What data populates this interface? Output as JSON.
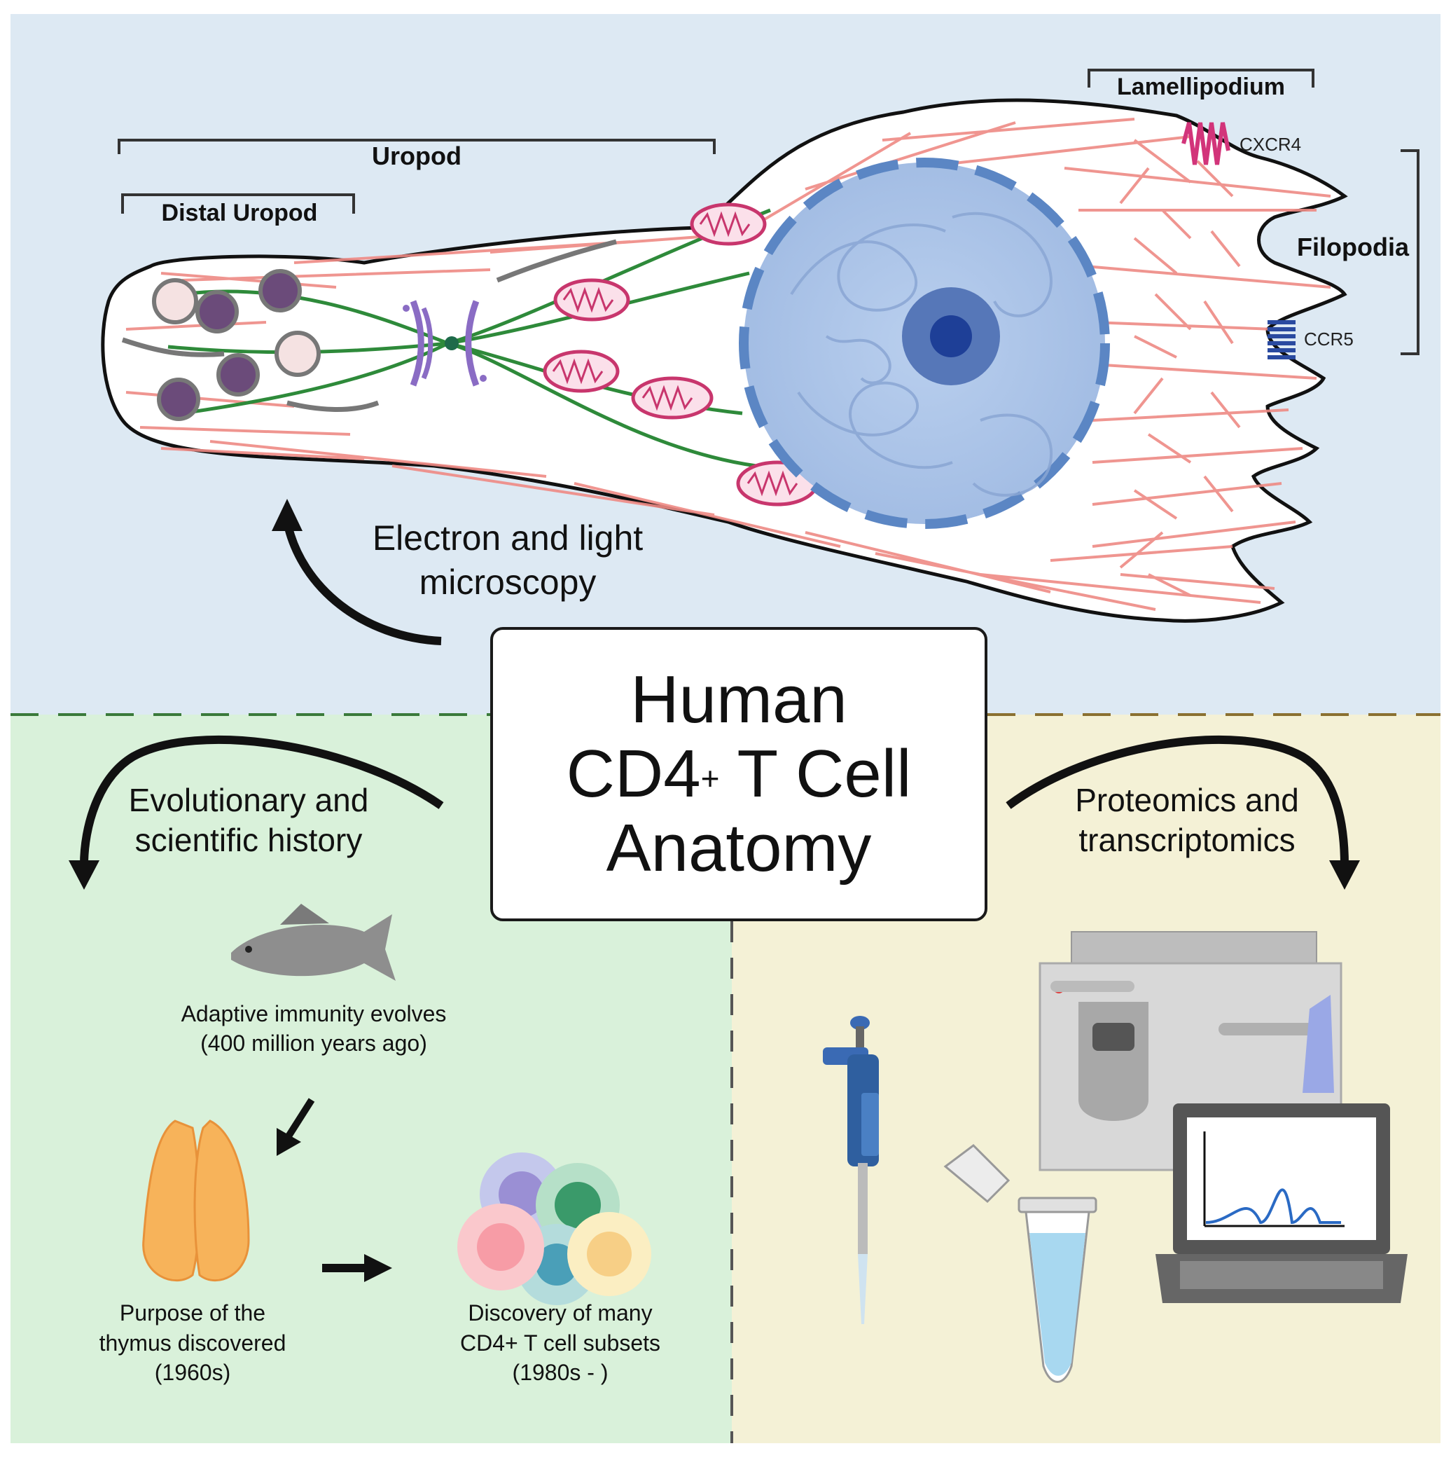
{
  "title": {
    "line1": "Human",
    "line2_prefix": "CD4",
    "line2_sup": "+",
    "line2_suffix": " T Cell",
    "line3": "Anatomy"
  },
  "cell_labels": {
    "uropod": "Uropod",
    "distal_uropod": "Distal Uropod",
    "lamellipodium": "Lamellipodium",
    "filopodia": "Filopodia",
    "cxcr4": "CXCR4",
    "ccr5": "CCR5"
  },
  "methods": {
    "microscopy_line1": "Electron and light",
    "microscopy_line2": "microscopy",
    "history_line1": "Evolutionary and",
    "history_line2": "scientific history",
    "omics_line1": "Proteomics and",
    "omics_line2": "transcriptomics"
  },
  "timeline": {
    "adaptive_line1": "Adaptive immunity evolves",
    "adaptive_line2": "(400 million years ago)",
    "thymus_line1": "Purpose of the",
    "thymus_line2": "thymus discovered",
    "thymus_line3": "(1960s)",
    "subsets_line1": "Discovery of many",
    "subsets_line2": "CD4+ T cell subsets",
    "subsets_line3": "(1980s - )"
  },
  "colors": {
    "top_panel": "#dde9f3",
    "left_panel": "#d9f1da",
    "right_panel": "#f4f1d6",
    "actin": "#ee8a84",
    "microtubule": "#2e8a3a",
    "nucleus": "#a8c3e6",
    "nuclear_envelope": "#5b86c4",
    "mitochondria": "#e0688f",
    "centrosome": "#8a6cc4"
  }
}
